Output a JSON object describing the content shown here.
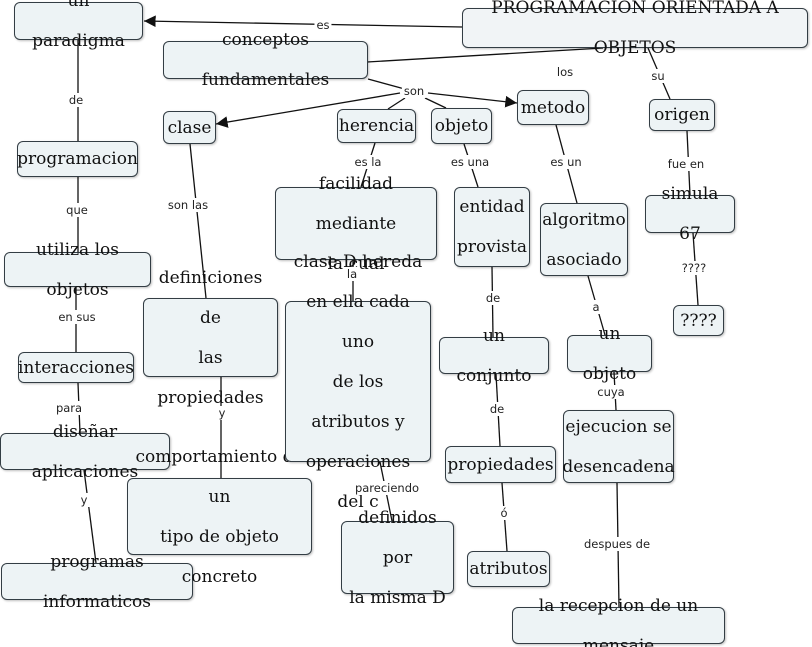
{
  "map": {
    "title": "PROGRAMACIÓN ORIENTADA A OBJETOS",
    "nodes": {
      "paradigma": "un paradigma",
      "conceptos": "conceptos fundamentales",
      "programacion": "programacion",
      "utiliza": "utiliza los objetos",
      "interacciones": "interacciones",
      "disenar": "diseñar aplicaciones",
      "programas": "programas informaticos",
      "clase": "clase",
      "herencia": "herencia",
      "objeto": "objeto",
      "metodo": "metodo",
      "origen": "origen",
      "definiciones": "definiciones de\nlas propiedades",
      "comportamiento": "comportamiento de un\ntipo de objeto concreto",
      "facilidad": "facilidad mediante\nla cual",
      "clase_d": "clase D hereda\nen ella cada uno\nde los atributos y\noperaciones del c",
      "definidos": "definidos por\nla misma D",
      "entidad": "entidad\nprovista",
      "conjunto": "un conjunto",
      "propiedades": "propiedades",
      "atributos": "atributos",
      "algoritmo": "algoritmo\nasociado",
      "un_objeto": "un objeto",
      "ejecucion": "ejecucion se\ndesencadena",
      "recepcion": "la recepcion de un mensaje",
      "simula": "simula 67",
      "q": "????"
    },
    "links": {
      "es": "es",
      "los": "los",
      "su": "su",
      "de": "de",
      "que": "que",
      "en_sus": "en sus",
      "para": "para",
      "y1": "y",
      "son": "son",
      "son_las": "son las",
      "y2": "y",
      "es_la": "es la",
      "la": "la",
      "pareciendo": "pareciendo",
      "es_una": "es una",
      "de2": "de",
      "de3": "de",
      "o": "ó",
      "es_un": "es un",
      "a": "a",
      "cuya": "cuya",
      "despues_de": "despues de",
      "fue_en": "fue en",
      "q": "????"
    }
  }
}
